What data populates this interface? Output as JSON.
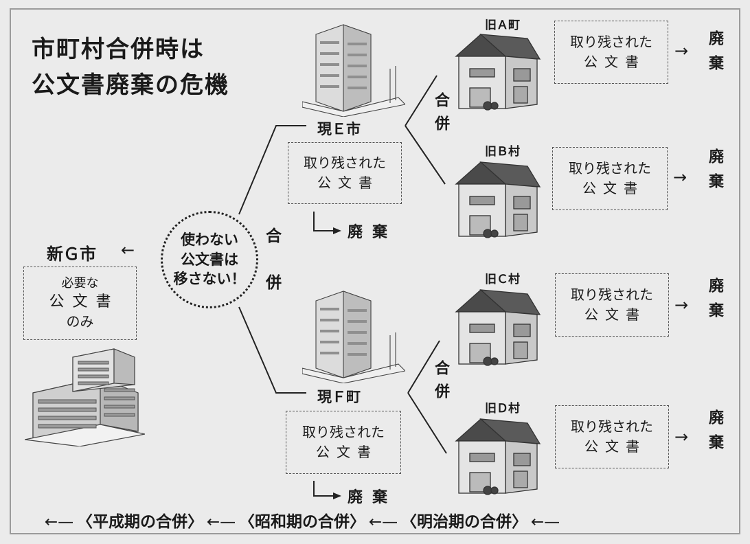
{
  "title": {
    "line1": "市町村合併時は",
    "line2": "公文書廃棄の危機"
  },
  "new_city": {
    "name": "新Ｇ市",
    "arrow": "←",
    "box": {
      "line1": "必要な",
      "line2": "公文書",
      "line3": "のみ"
    }
  },
  "bubble": {
    "line1": "使わない",
    "line2": "公文書は",
    "line3": "移さない！"
  },
  "merge_label": "合併",
  "left_merge": {
    "char1": "合",
    "char2": "併"
  },
  "cities": [
    {
      "name": "現Ｅ市",
      "box": {
        "line1": "取り残された",
        "line2": "公文書"
      },
      "arrow": "→",
      "disposal": "廃棄"
    },
    {
      "name": "現Ｆ町",
      "box": {
        "line1": "取り残された",
        "line2": "公文書"
      },
      "arrow": "→",
      "disposal": "廃棄"
    }
  ],
  "towns": [
    {
      "name": "旧Ａ町",
      "box": {
        "line1": "取り残された",
        "line2": "公文書"
      },
      "arrow": "→",
      "disposal": "廃棄"
    },
    {
      "name": "旧Ｂ村",
      "box": {
        "line1": "取り残された",
        "line2": "公文書"
      },
      "arrow": "→",
      "disposal": "廃棄"
    },
    {
      "name": "旧Ｃ村",
      "box": {
        "line1": "取り残された",
        "line2": "公文書"
      },
      "arrow": "→",
      "disposal": "廃棄"
    },
    {
      "name": "旧Ｄ村",
      "box": {
        "line1": "取り残された",
        "line2": "公文書"
      },
      "arrow": "→",
      "disposal": "廃棄"
    }
  ],
  "timeline": {
    "arrow": "←—",
    "eras": [
      "〈平成期の合併〉",
      "〈昭和期の合併〉",
      "〈明治期の合併〉"
    ]
  }
}
